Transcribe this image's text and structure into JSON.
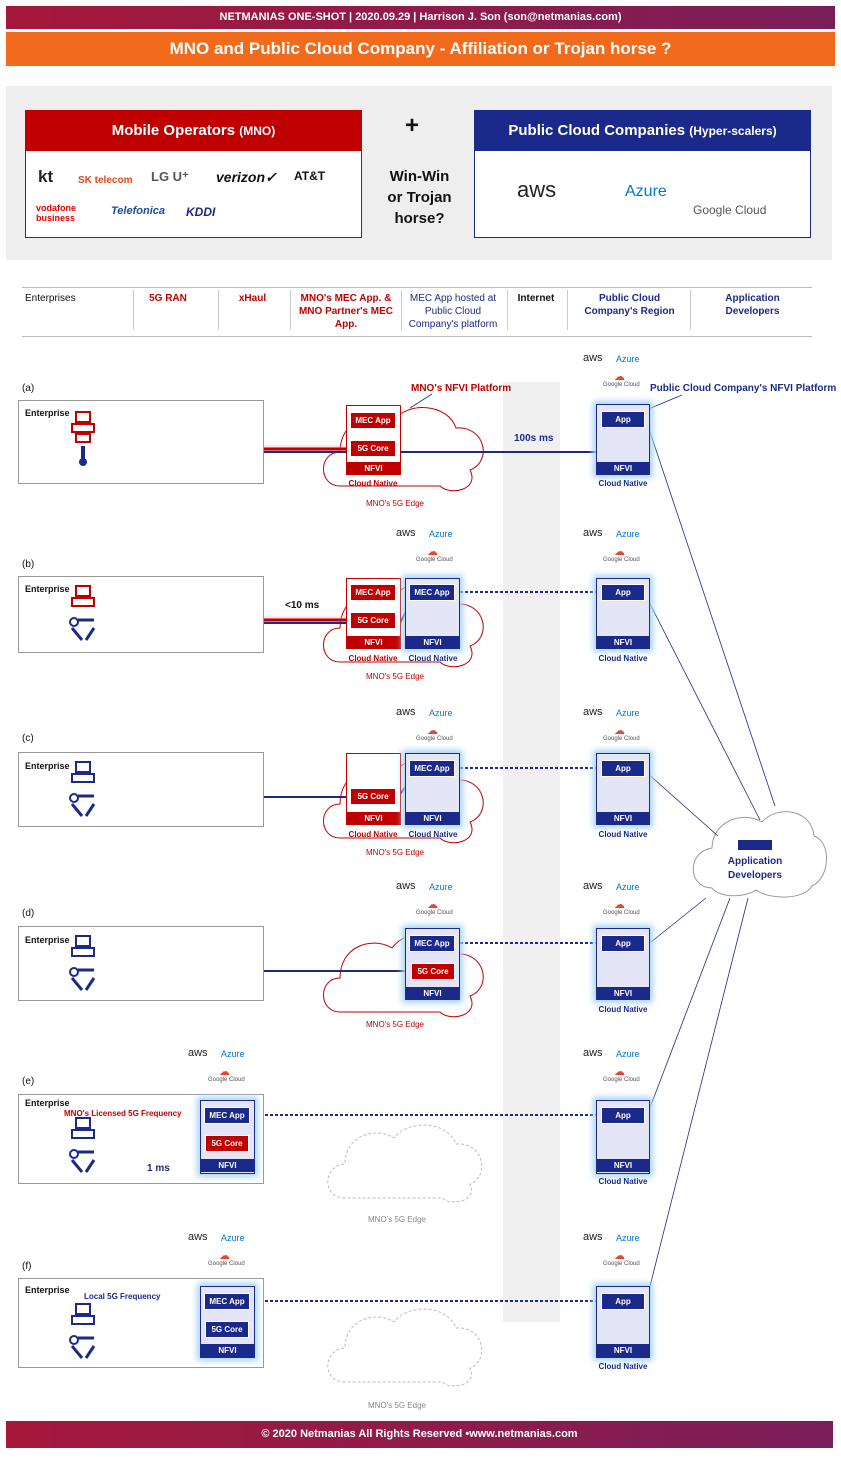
{
  "header": {
    "topbar": "NETMANIAS ONE-SHOT  |  2020.09.29  |  Harrison J. Son (son@netmanias.com)",
    "title": "MNO and Public Cloud Company - Affiliation or Trojan horse ?"
  },
  "compare": {
    "mno_title": "Mobile Operators",
    "mno_suffix": "(MNO)",
    "mno_logos": [
      "kt",
      "SK telecom",
      "LG U⁺",
      "verizon✓",
      "AT&T",
      "vodafone business",
      "Telefonica",
      "KDDI"
    ],
    "plus": "+",
    "question": [
      "Win-Win",
      "or Trojan",
      "horse?"
    ],
    "pc_title": "Public Cloud Companies",
    "pc_suffix": "(Hyper-scalers)",
    "pc_logos": [
      "aws",
      "Azure",
      "Google Cloud"
    ]
  },
  "columns": [
    "Enterprises",
    "5G RAN",
    "xHaul",
    "MNO's MEC App. & MNO Partner's MEC App.",
    "MEC App hosted at Public Cloud Company's platform",
    "Internet",
    "Public Cloud Company's Region",
    "Application Developers"
  ],
  "labels": {
    "enterprise": "Enterprise",
    "mec_app": "MEC App",
    "core": "5G Core",
    "nfvi": "NFVI",
    "app": "App",
    "cloud_native": "Cloud Native",
    "edge": "MNO's 5G Edge",
    "mno_nfvi_platform": "MNO's NFVI Platform",
    "pc_nfvi_platform": "Public Cloud Company's NFVI Platform",
    "latency_100": "100s ms",
    "latency_10": "<10 ms",
    "latency_1": "1 ms",
    "licensed": "MNO's Licensed 5G Frequency",
    "local": "Local 5G Frequency",
    "app_dev": "Application Developers",
    "aws": "aws",
    "azure": "Azure",
    "google": "Google Cloud"
  },
  "rows": [
    "(a)",
    "(b)",
    "(c)",
    "(d)",
    "(e)",
    "(f)"
  ],
  "footer": "© 2020 Netmanias All Rights Reserved •www.netmanias.com",
  "colors": {
    "red": "#c00000",
    "blue": "#1b2a8a",
    "orange": "#f26b1d",
    "glow": "#a9d5f2"
  }
}
